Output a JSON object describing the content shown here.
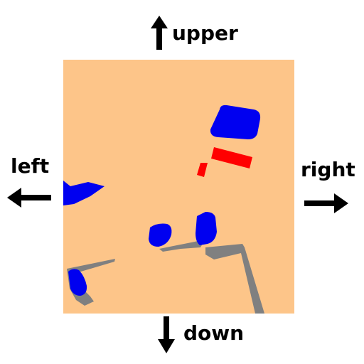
{
  "controls": {
    "upper": {
      "label": "upper",
      "icon": "arrow-up-icon"
    },
    "down": {
      "label": "down",
      "icon": "arrow-down-icon"
    },
    "left": {
      "label": "left",
      "icon": "arrow-left-icon"
    },
    "right": {
      "label": "right",
      "icon": "arrow-right-icon"
    }
  },
  "colors": {
    "background": "#ffffff",
    "field": "#fdc589",
    "blue_objects": "#0000f0",
    "red_objects": "#ff0000",
    "gray_paths": "#808080",
    "arrow": "#000000"
  }
}
